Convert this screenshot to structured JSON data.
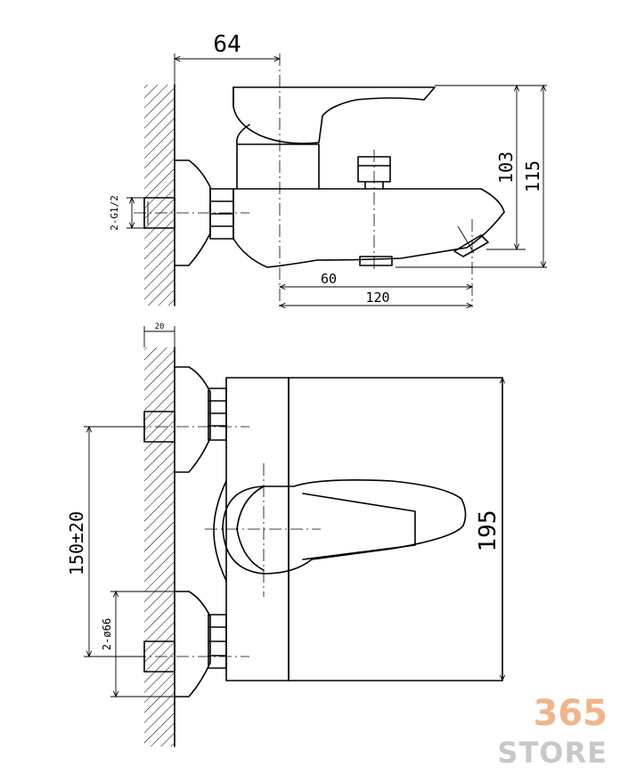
{
  "drawing": {
    "side_view": {
      "dim_width_top": "64",
      "dim_height_inner": "103",
      "dim_height_outer": "115",
      "dim_spout_inner": "60",
      "dim_spout_outer": "120",
      "thread_label": "2-G1/2"
    },
    "front_view": {
      "dim_offset": "20",
      "dim_center_distance": "150±20",
      "dim_flange": "2-ø66",
      "dim_length": "195"
    }
  },
  "watermark": {
    "line1": "365",
    "line2": "STORE",
    "color1": "#f2b48a",
    "color2": "#c8c8c8"
  }
}
